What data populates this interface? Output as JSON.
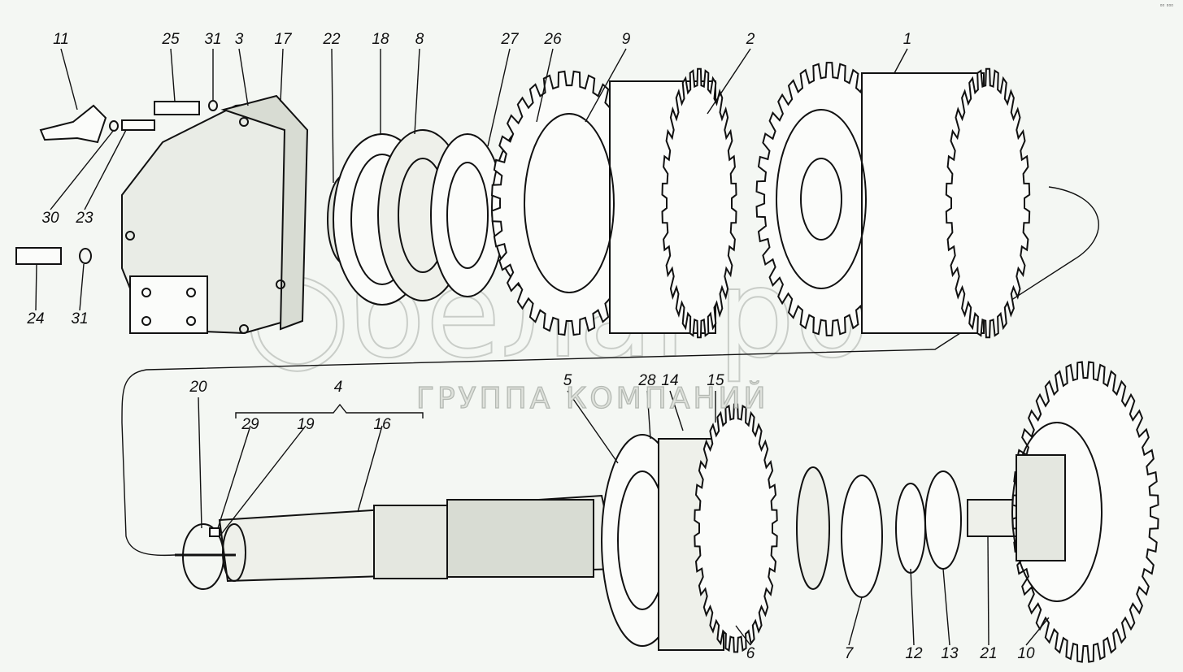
{
  "diagram": {
    "title": "Exploded view of gearbox shaft assembly",
    "top_labels": [
      "11",
      "25",
      "31",
      "3",
      "17",
      "22",
      "18",
      "8",
      "27",
      "26",
      "9",
      "2",
      "1",
      "30",
      "23",
      "24",
      "31"
    ],
    "bottom_labels": [
      "20",
      "4",
      "29",
      "19",
      "16",
      "5",
      "28",
      "14",
      "15",
      "6",
      "7",
      "12",
      "13",
      "21",
      "10"
    ],
    "corner_mark": "▫▫ ▫▫▫"
  },
  "watermark": {
    "logo": "белагро",
    "subtitle": "ГРУППА КОМПАНИЙ"
  },
  "colors": {
    "line": "#111111",
    "paper": "#f4f7f3",
    "watermark": "#c9cdc8"
  }
}
